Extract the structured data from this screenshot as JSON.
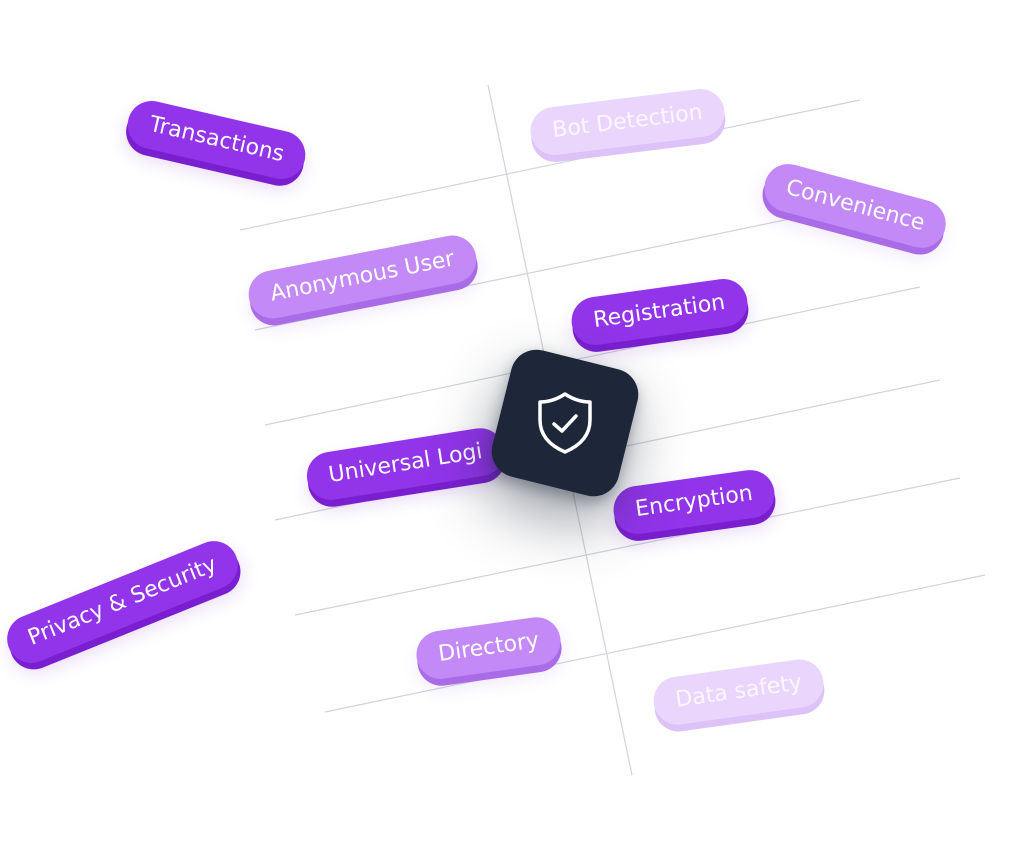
{
  "tags": {
    "transactions": "Transactions",
    "bot_detection": "Bot Detection",
    "convenience": "Convenience",
    "anonymous_user": "Anonymous User",
    "registration": "Registration",
    "universal_login": "Universal Logi",
    "encryption": "Encryption",
    "privacy_security": "Privacy & Security",
    "directory": "Directory",
    "data_safety": "Data safety"
  },
  "center_icon": "shield-check-icon",
  "colors": {
    "tag_dark": "#9134ea",
    "tag_mid": "#c289f7",
    "tag_light": "#ead6fd",
    "icon_card": "#1e2739",
    "grid_line": "#cfd3dc"
  }
}
